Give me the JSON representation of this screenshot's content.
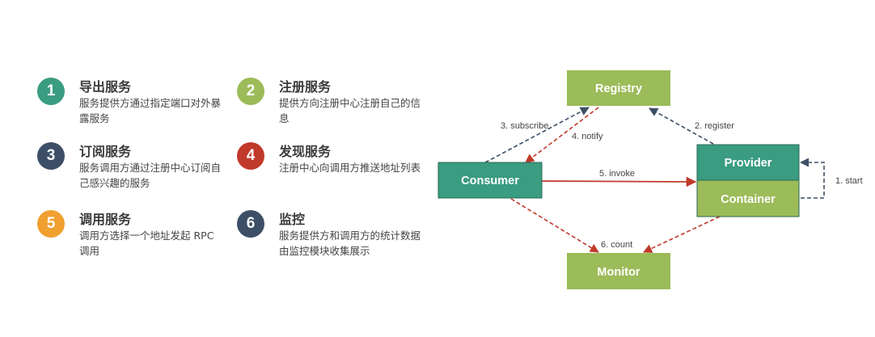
{
  "steps": [
    {
      "num": "1",
      "title": "导出服务",
      "desc": "服务提供方通过指定端口对外暴露服务",
      "color": "#3a9c80"
    },
    {
      "num": "2",
      "title": "注册服务",
      "desc": "提供方向注册中心注册自己的信息",
      "color": "#9cbb59"
    },
    {
      "num": "3",
      "title": "订阅服务",
      "desc": "服务调用方通过注册中心订阅自己感兴趣的服务",
      "color": "#3d4f66"
    },
    {
      "num": "4",
      "title": "发现服务",
      "desc": "注册中心向调用方推送地址列表",
      "color": "#c0392b"
    },
    {
      "num": "5",
      "title": "调用服务",
      "desc": "调用方选择一个地址发起 RPC 调用",
      "color": "#f0a030"
    },
    {
      "num": "6",
      "title": "监控",
      "desc": "服务提供方和调用方的统计数据由监控模块收集展示",
      "color": "#3d4f66"
    }
  ],
  "diagram": {
    "registry": "Registry",
    "consumer": "Consumer",
    "provider": "Provider",
    "container": "Container",
    "monitor": "Monitor",
    "edge_start": "1. start",
    "edge_register": "2. register",
    "edge_subscribe": "3. subscribe",
    "edge_notify": "4. notify",
    "edge_invoke": "5. invoke",
    "edge_count": "6. count",
    "colors": {
      "teal": "#3a9c80",
      "green": "#9cbb59",
      "red": "#c0392b",
      "navy": "#3d4f66"
    }
  }
}
